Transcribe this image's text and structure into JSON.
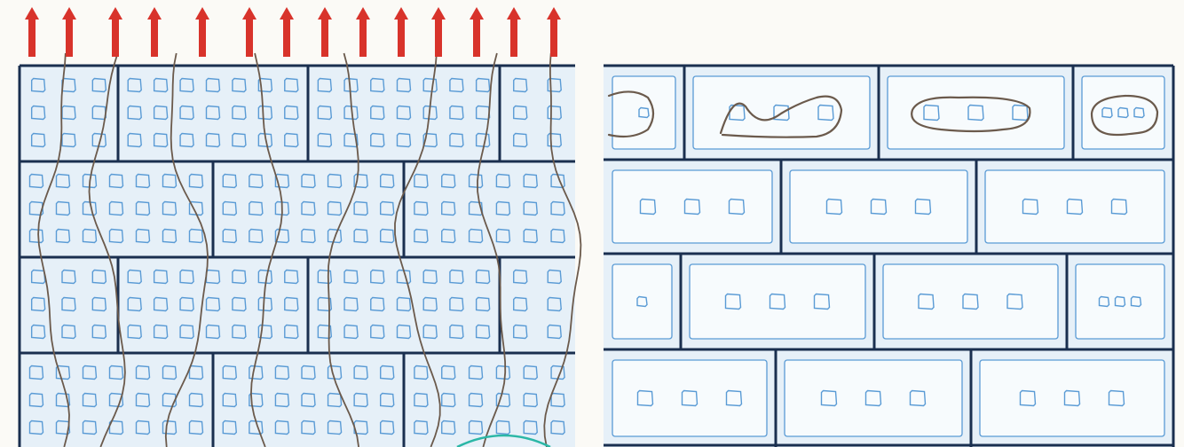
{
  "colors": {
    "background": "#fbfaf6",
    "mortar": "#1a2f4f",
    "brick_fill": "#e6f0f8",
    "brick_inner": "#f7fbfd",
    "cell_stroke": "#5a9bd5",
    "fiber": "#6b5a4c",
    "arrow": "#d8332b",
    "accent_circle": "#2bb7a6"
  },
  "icons": {
    "arrow": "up-arrow-icon",
    "fiber": "capillary-fiber-icon",
    "cell": "pore-cell-icon"
  },
  "panels": {
    "left": {
      "arrow_count": 14,
      "fiber_count": 8,
      "course_count": 4
    },
    "right": {
      "coiled_fiber_count": 4,
      "course_count": 4
    }
  }
}
